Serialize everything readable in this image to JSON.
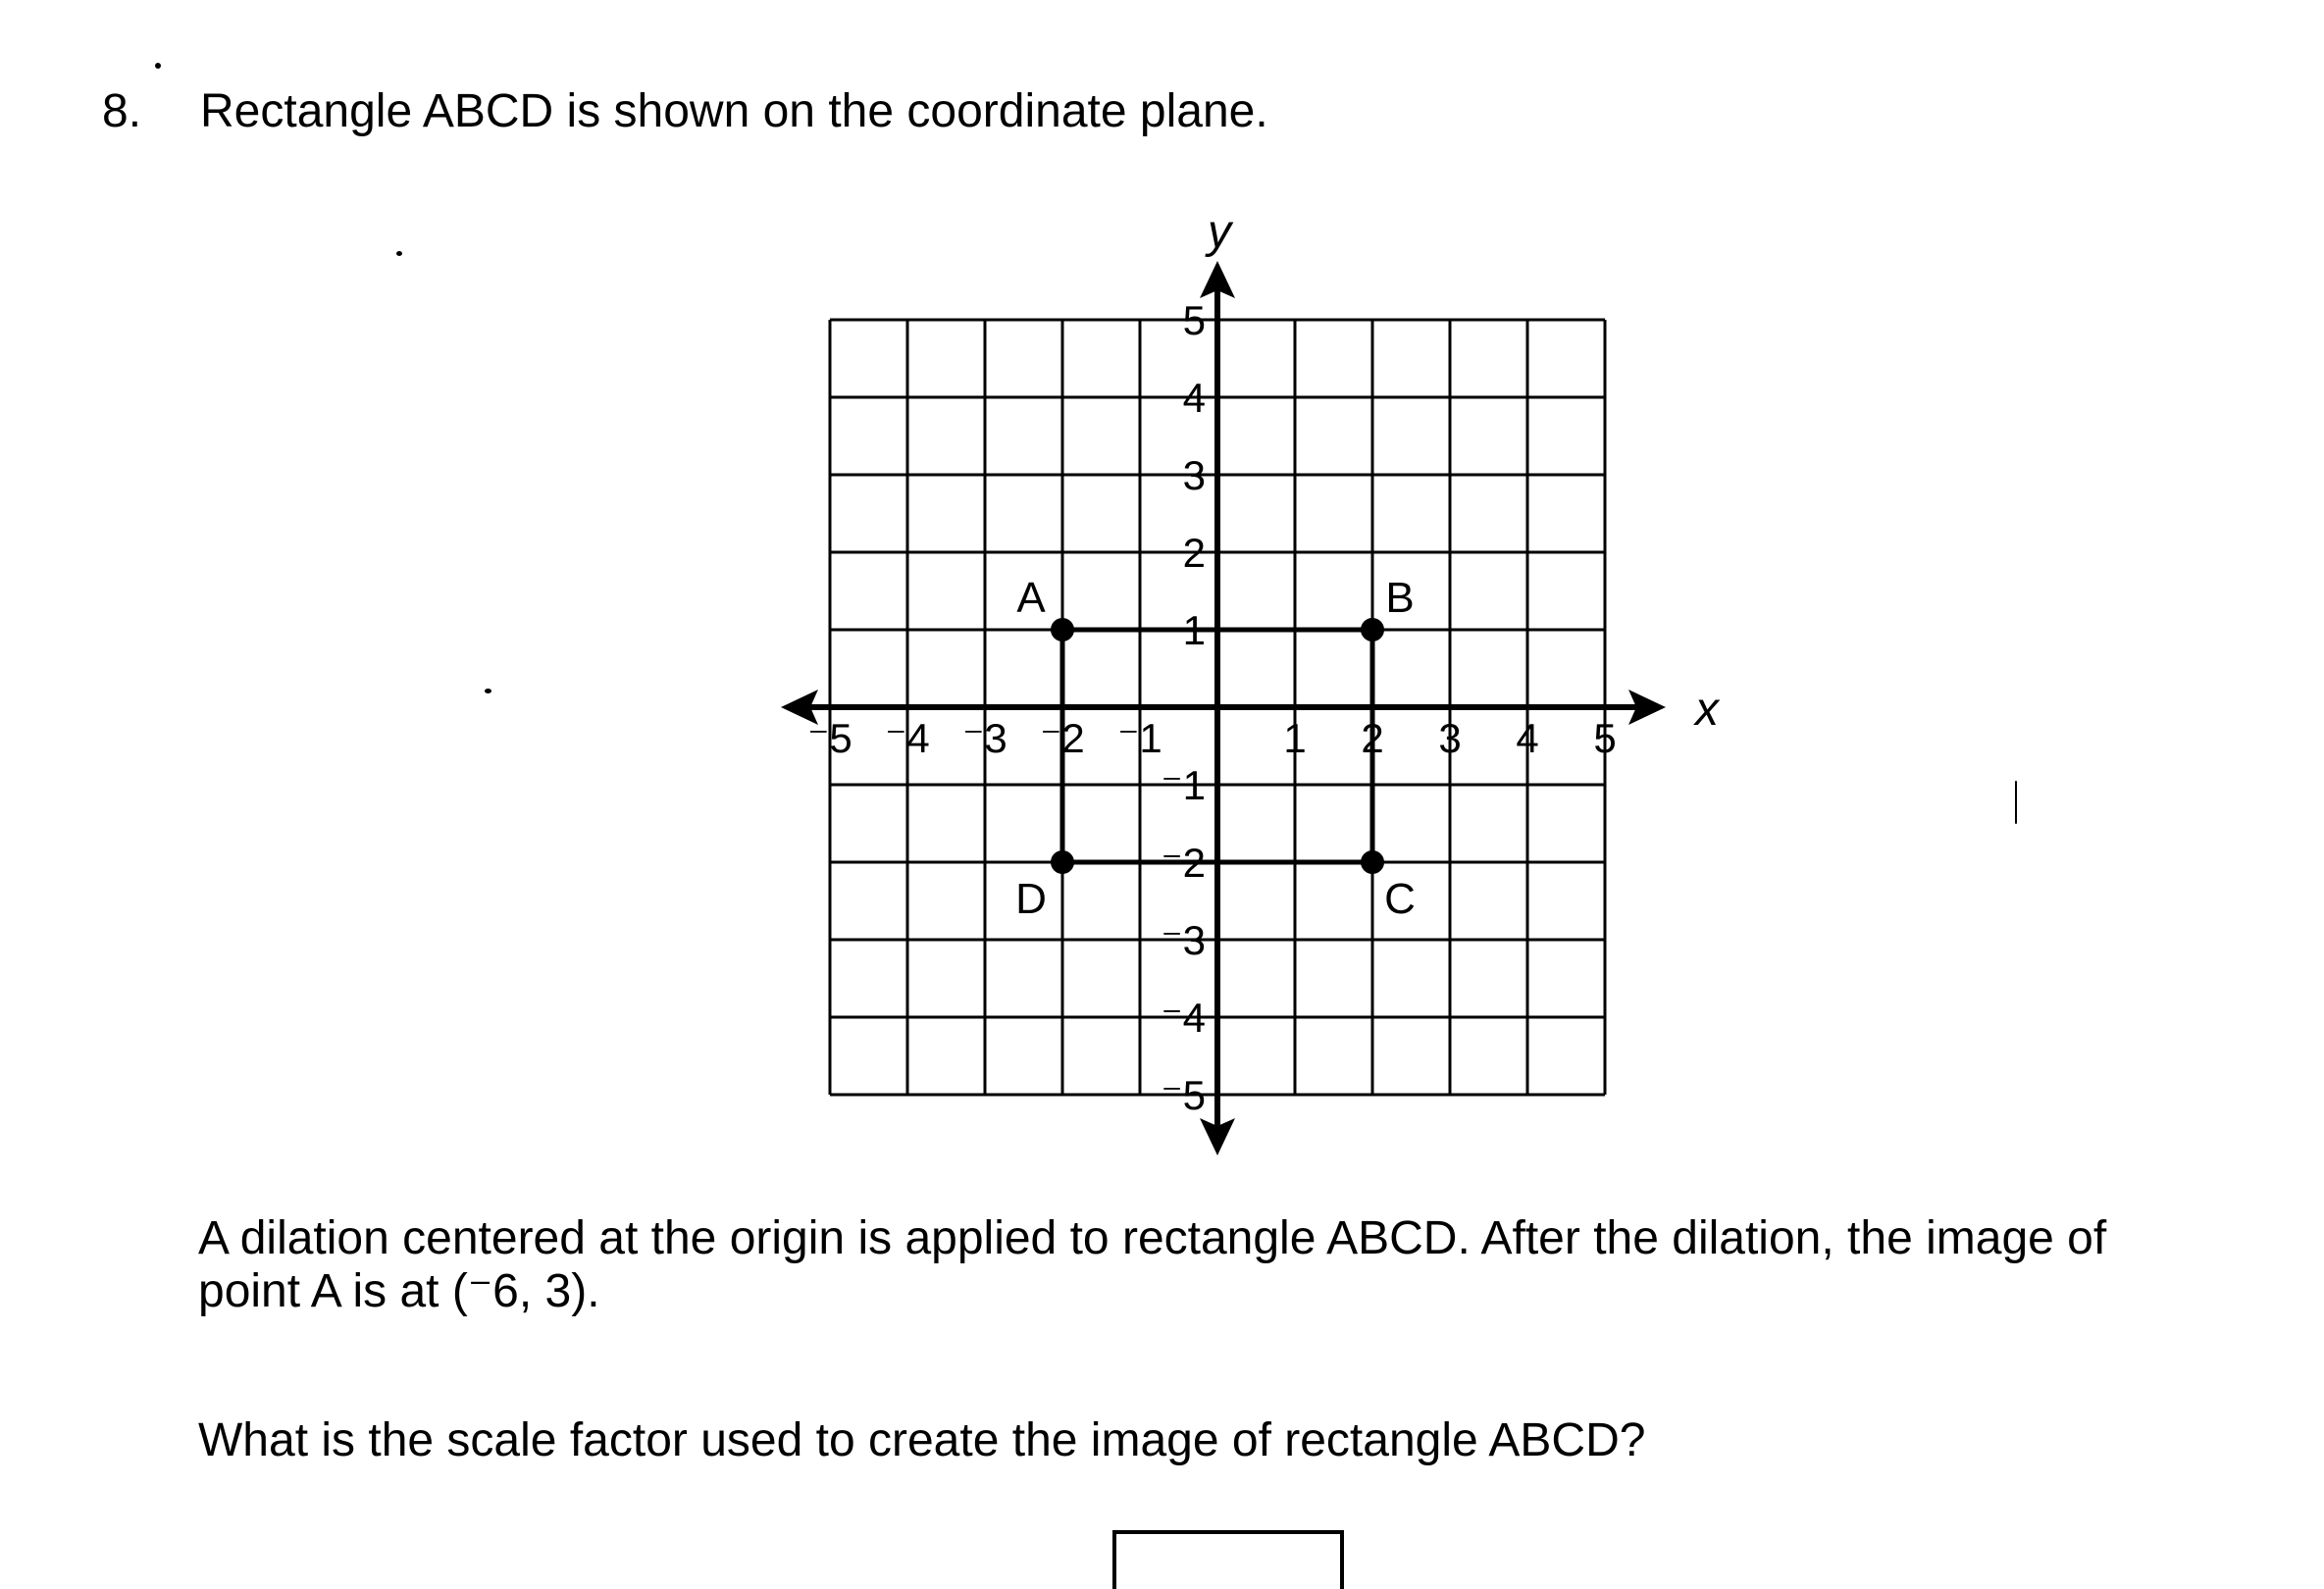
{
  "question": {
    "number": "8.",
    "stem": "Rectangle ABCD is shown on the coordinate plane.",
    "dilation_text": "A dilation centered at the origin is applied to rectangle ABCD. After the dilation, the image of point A is at (⁻6, 3).",
    "prompt": "What is the scale factor used to create the image of rectangle ABCD?"
  },
  "graph": {
    "x_axis_label": "x",
    "y_axis_label": "y",
    "x_range": [
      -5,
      5
    ],
    "y_range": [
      -5,
      5
    ],
    "x_tick_labels": [
      {
        "value": -5,
        "label": "⁻5"
      },
      {
        "value": -4,
        "label": "⁻4"
      },
      {
        "value": -3,
        "label": "⁻3"
      },
      {
        "value": -2,
        "label": "⁻2"
      },
      {
        "value": -1,
        "label": "⁻1"
      },
      {
        "value": 1,
        "label": "1"
      },
      {
        "value": 2,
        "label": "2"
      },
      {
        "value": 3,
        "label": "3"
      },
      {
        "value": 4,
        "label": "4"
      },
      {
        "value": 5,
        "label": "5"
      }
    ],
    "y_tick_labels": [
      {
        "value": 5,
        "label": "5"
      },
      {
        "value": 4,
        "label": "4"
      },
      {
        "value": 3,
        "label": "3"
      },
      {
        "value": 2,
        "label": "2"
      },
      {
        "value": 1,
        "label": "1"
      },
      {
        "value": -1,
        "label": "⁻1"
      },
      {
        "value": -2,
        "label": "⁻2"
      },
      {
        "value": -3,
        "label": "⁻3"
      },
      {
        "value": -4,
        "label": "⁻4"
      },
      {
        "value": -5,
        "label": "⁻5"
      }
    ],
    "points": [
      {
        "label": "A",
        "x": -2,
        "y": 1
      },
      {
        "label": "B",
        "x": 2,
        "y": 1
      },
      {
        "label": "C",
        "x": 2,
        "y": -2
      },
      {
        "label": "D",
        "x": -2,
        "y": -2
      }
    ]
  }
}
